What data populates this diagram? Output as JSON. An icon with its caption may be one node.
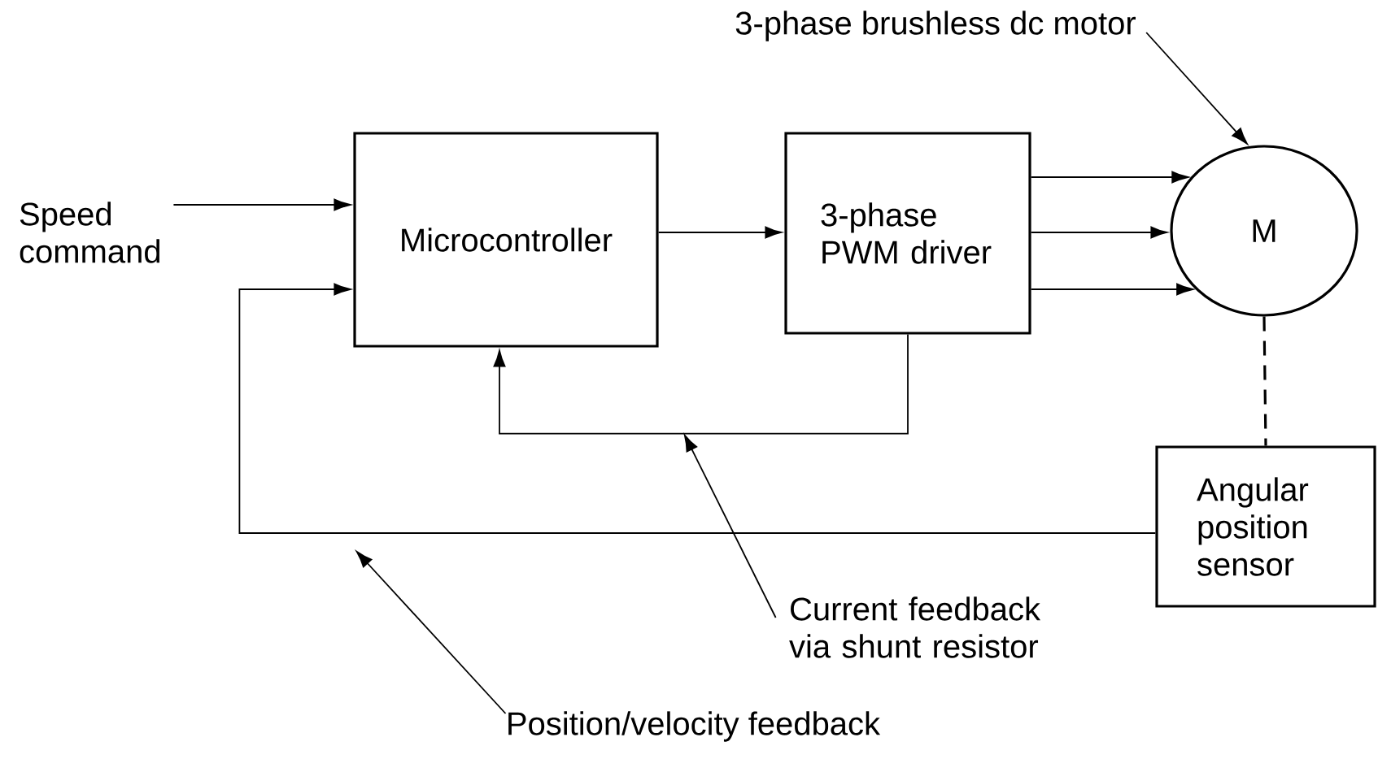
{
  "diagram": {
    "nodes": [
      {
        "text": [
          "Speed command"
        ]
      },
      {
        "text": [
          "Microcontroller"
        ]
      },
      {
        "text": [
          "3-phase PWM driver"
        ]
      },
      {
        "text": [
          "M"
        ]
      },
      {
        "text": [
          "Angular position sensor"
        ]
      },
      {
        "text": [
          "3-phase brushless dc motor"
        ]
      },
      {
        "text": [
          "Current feedback via shunt resistor"
        ]
      },
      {
        "text": [
          "Position/velocity feedback"
        ]
      }
    ],
    "edges": [
      {
        "from": 0,
        "to": 1,
        "arrow": "to"
      },
      {
        "from": 1,
        "to": 2,
        "arrow": "to"
      },
      {
        "from": 2,
        "to": 3,
        "arrow": "to"
      },
      {
        "from": 2,
        "to": 3,
        "arrow": "to"
      },
      {
        "from": 2,
        "to": 3,
        "arrow": "to"
      },
      {
        "from": 2,
        "to": 1,
        "arrow": "to"
      },
      {
        "from": 4,
        "to": 1,
        "arrow": "to"
      },
      {
        "from": 3,
        "to": 4,
        "arrow": "none",
        "style": "dashed"
      },
      {
        "from": 5,
        "to": 3,
        "arrow": "to"
      },
      {
        "from": 6,
        "to": null,
        "arrow": "to"
      },
      {
        "from": 7,
        "to": null,
        "arrow": "to"
      }
    ]
  }
}
